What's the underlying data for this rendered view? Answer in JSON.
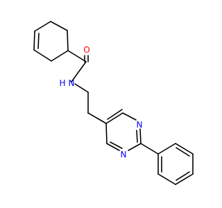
{
  "molecule": {
    "atoms": {
      "oxygen": {
        "symbol": "O",
        "color": "#ff0000"
      },
      "amide_nitrogen": {
        "symbol": "N",
        "color": "#0000ff"
      },
      "n_hydrogen": {
        "symbol": "H",
        "color": "#0000ff"
      },
      "pyrimidine_n1": {
        "symbol": "N",
        "color": "#0000ff"
      },
      "pyrimidine_n3": {
        "symbol": "N",
        "color": "#0000ff"
      }
    }
  }
}
